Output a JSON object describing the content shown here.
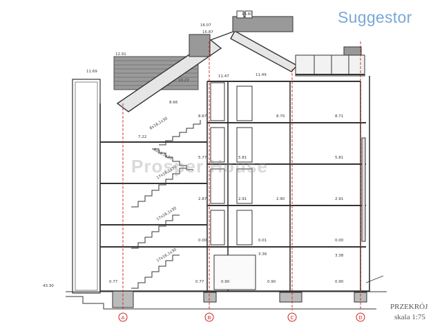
{
  "brand": "Suggestor",
  "watermark": "Prosper House",
  "title_block": {
    "title": "PRZEKRÓJ",
    "scale": "skala 1:75"
  },
  "axes": [
    "A",
    "B",
    "C",
    "D"
  ],
  "levels": [
    "43.30",
    "0.77",
    "0.77",
    "0.90",
    "0.90",
    "0.90",
    "3.36",
    "3.38",
    "0.00",
    "0.01",
    "0.00",
    "2.87",
    "2.91",
    "2.90",
    "2.91",
    "5.77",
    "5.81",
    "5.81",
    "7.22",
    "8.67",
    "8.70",
    "8.71",
    "8.66",
    "10.22",
    "11.49",
    "11.69",
    "11.47",
    "12.91",
    "15.87",
    "16.07",
    "15.60"
  ],
  "stairs": [
    "17x16,1x30",
    "17x16,1x30",
    "17x16,1x30",
    "8x16,1x30",
    "8x16,1x30"
  ],
  "colors": {
    "ink": "#333333",
    "red": "#cc2222",
    "brand": "#7aa7d6",
    "roof": "#8a8a8a"
  }
}
